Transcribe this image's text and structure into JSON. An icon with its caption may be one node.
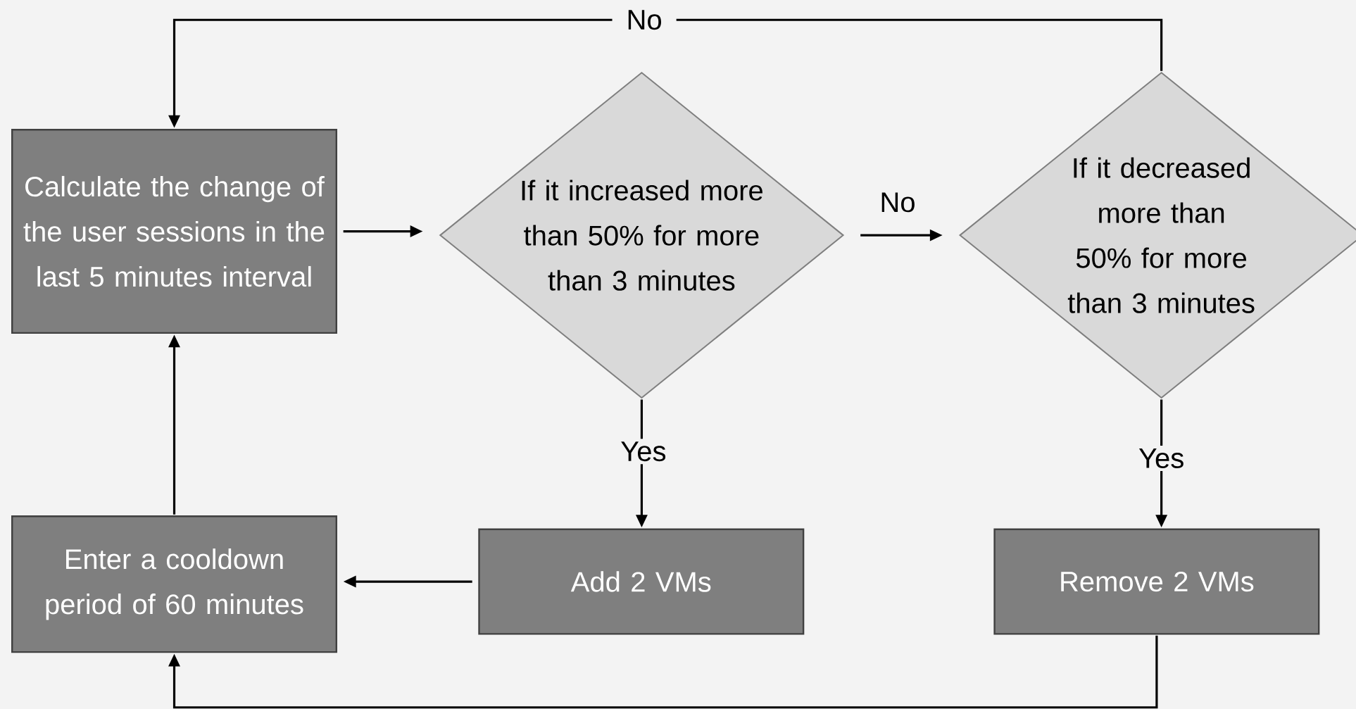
{
  "diagram": {
    "nodes": [
      {
        "text": [
          "Calculate the change of the user sessions in the last 5 minutes interval"
        ]
      },
      {
        "text": [
          "If it increased more than 50% for more than 3 minutes"
        ]
      },
      {
        "text": [
          "If it decreased more than 50% for more than 3 minutes"
        ]
      },
      {
        "text": [
          "Add 2 VMs"
        ]
      },
      {
        "text": [
          "Remove 2 VMs"
        ]
      },
      {
        "text": [
          "Enter a cooldown period of 60 minutes"
        ]
      }
    ],
    "edges": [
      {
        "from": 0,
        "to": 1,
        "arrow": "to"
      },
      {
        "from": 1,
        "to": 2,
        "arrow": "to",
        "label": "No"
      },
      {
        "from": 1,
        "to": 3,
        "arrow": "to",
        "label": "Yes"
      },
      {
        "from": 2,
        "to": 4,
        "arrow": "to",
        "label": "Yes"
      },
      {
        "from": 2,
        "to": 0,
        "arrow": "to",
        "label": "No"
      },
      {
        "from": 3,
        "to": 5,
        "arrow": "to"
      },
      {
        "from": 4,
        "to": 5,
        "arrow": "to"
      },
      {
        "from": 5,
        "to": 0,
        "arrow": "to"
      }
    ]
  }
}
